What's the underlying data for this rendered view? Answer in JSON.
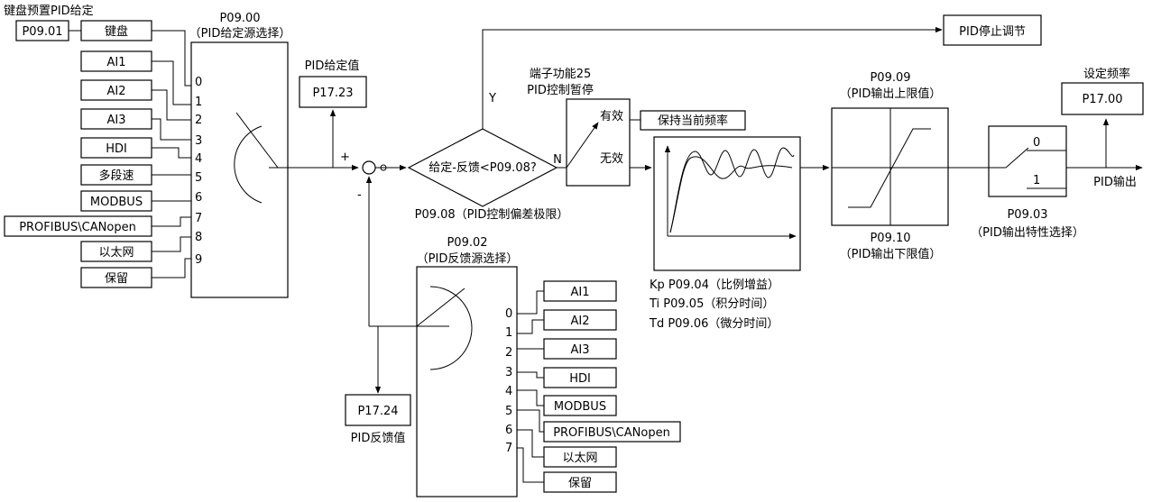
{
  "keypad_preset": {
    "title": "键盘预置PID给定",
    "param": "P09.01",
    "source_label": "键盘"
  },
  "setpoint_selector": {
    "param": "P09.00",
    "title": "（PID给定源选择）",
    "sources": [
      "AI1",
      "AI2",
      "AI3",
      "HDI",
      "多段速",
      "MODBUS",
      "PROFIBUS\\CANopen",
      "以太网",
      "保留"
    ],
    "indices": [
      "0",
      "1",
      "2",
      "3",
      "4",
      "5",
      "6",
      "7",
      "8",
      "9"
    ]
  },
  "setpoint_value": {
    "title": "PID给定值",
    "param": "P17.23"
  },
  "summing_junction": {
    "plus": "+",
    "minus": "-"
  },
  "decision": {
    "text": "给定-反馈<P09.08?",
    "caption": "P09.08（PID控制偏差极限）",
    "yes": "Y",
    "no": "N"
  },
  "stop_output": {
    "label": "PID停止调节"
  },
  "pause_switch": {
    "title_line1": "端子功能25",
    "title_line2": "PID控制暂停",
    "valid": "有效",
    "invalid": "无效",
    "hold_label": "保持当前频率"
  },
  "pid_block": {
    "params": [
      "Kp P09.04（比例增益）",
      "Ti  P09.05（积分时间）",
      "Td P09.06（微分时间）"
    ]
  },
  "limiter": {
    "upper_param": "P09.09",
    "upper_title": "（PID输出上限值）",
    "lower_param": "P09.10",
    "lower_title": "（PID输出下限值）"
  },
  "output_selector": {
    "pos0": "0",
    "pos1": "1",
    "param": "P09.03",
    "title": "（PID输出特性选择）"
  },
  "set_frequency": {
    "title": "设定频率",
    "param": "P17.00"
  },
  "pid_output": {
    "label": "PID输出"
  },
  "feedback_selector": {
    "param": "P09.02",
    "title": "（PID反馈源选择）",
    "sources": [
      "AI1",
      "AI2",
      "AI3",
      "HDI",
      "MODBUS",
      "PROFIBUS\\CANopen",
      "以太网",
      "保留"
    ],
    "indices": [
      "0",
      "1",
      "2",
      "3",
      "4",
      "5",
      "6",
      "7"
    ]
  },
  "feedback_value": {
    "param": "P17.24",
    "title": "PID反馈值"
  }
}
